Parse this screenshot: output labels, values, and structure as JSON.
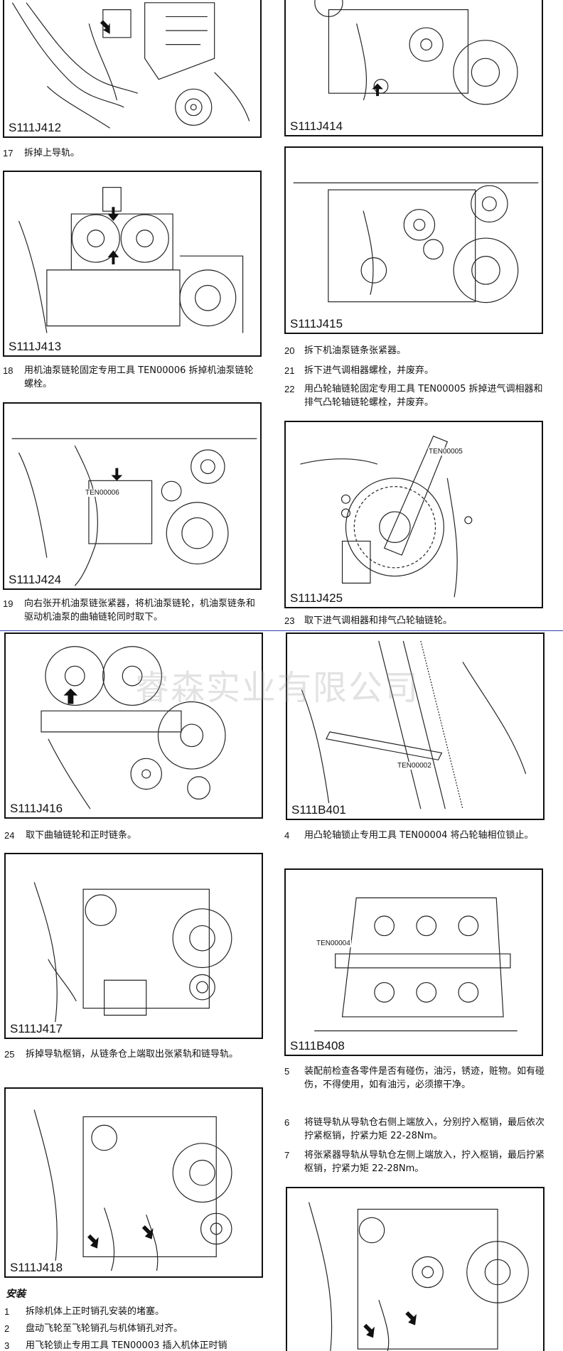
{
  "watermark": "   睿森实业有限公司",
  "figures": {
    "s111j412": {
      "code": "S111J412"
    },
    "s111j414": {
      "code": "S111J414"
    },
    "s111j413": {
      "code": "S111J413"
    },
    "s111j415": {
      "code": "S111J415"
    },
    "s111j424": {
      "code": "S111J424",
      "tool": "TEN00006"
    },
    "s111j425": {
      "code": "S111J425",
      "tool": "TEN00005"
    },
    "s111j416": {
      "code": "S111J416"
    },
    "s111b401": {
      "code": "S111B401",
      "tool": "TEN00002"
    },
    "s111j417": {
      "code": "S111J417"
    },
    "s111b408": {
      "code": "S111B408",
      "tool": "TEN00004"
    },
    "s111j418": {
      "code": "S111J418"
    }
  },
  "steps": {
    "s17": {
      "num": "17",
      "text": "拆掉上导轨。"
    },
    "s18": {
      "num": "18",
      "text": "用机油泵链轮固定专用工具 TEN00006 拆掉机油泵链轮螺栓。"
    },
    "s19": {
      "num": "19",
      "text": "向右张开机油泵链张紧器，将机油泵链轮，机油泵链条和驱动机油泵的曲轴链轮同时取下。"
    },
    "s20": {
      "num": "20",
      "text": "拆下机油泵链条张紧器。"
    },
    "s21": {
      "num": "21",
      "text": "拆下进气调相器螺栓，并废弃。"
    },
    "s22": {
      "num": "22",
      "text": "用凸轮轴链轮固定专用工具 TEN00005 拆掉进气调相器和排气凸轮轴链轮螺栓，并废弃。"
    },
    "s23": {
      "num": "23",
      "text": "取下进气调相器和排气凸轮轴链轮。"
    },
    "s24": {
      "num": "24",
      "text": "取下曲轴链轮和正时链条。"
    },
    "s25": {
      "num": "25",
      "text": "拆掉导轨枢销，从链条仓上端取出张紧轨和链导轨。"
    },
    "i4": {
      "num": "4",
      "text": "用凸轮轴锁止专用工具 TEN00004 将凸轮轴相位锁止。"
    },
    "i5": {
      "num": "5",
      "text": "装配前检查各零件是否有碰伤，油污，锈迹，赃物。如有碰伤，不得使用，如有油污，必须擦干净。"
    },
    "i6": {
      "num": "6",
      "text": "将链导轨从导轨仓右侧上端放入，分别拧入枢销，最后依次拧紧枢销，拧紧力矩 22-28Nm。"
    },
    "i7": {
      "num": "7",
      "text": "将张紧器导轨从导轨仓左侧上端放入，拧入枢销，最后拧紧枢销，拧紧力矩 22-28Nm。"
    },
    "i1": {
      "num": "1",
      "text": "拆除机体上正时销孔安装的堵塞。"
    },
    "i2": {
      "num": "2",
      "text": "盘动飞轮至飞轮销孔与机体销孔对齐。"
    },
    "i3": {
      "num": "3",
      "text": "用飞轮锁止专用工具 TEN00003 插入机体正时销"
    }
  },
  "section": {
    "install": "安装"
  }
}
